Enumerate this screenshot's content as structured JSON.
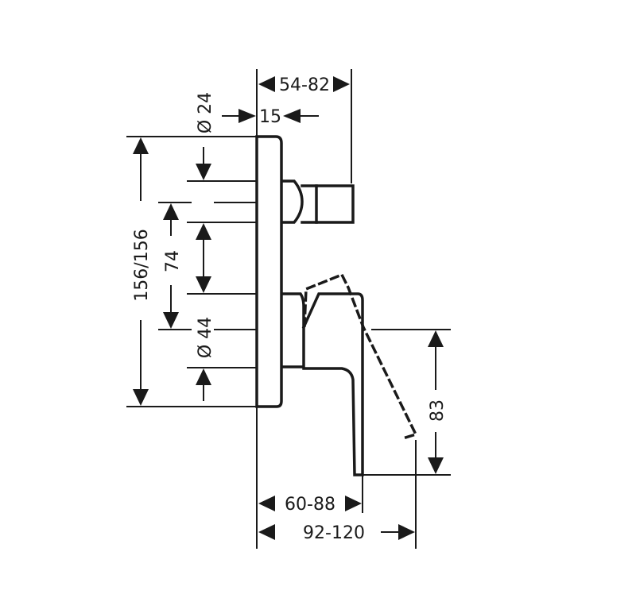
{
  "dimensions": {
    "depth_range": "54-82",
    "offset": "15",
    "diameter_top": "Ø 24",
    "height_total": "156/156",
    "spacing": "74",
    "diameter_bottom": "Ø 44",
    "lever_height": "83",
    "depth_lever": "60-88",
    "depth_lever_tilted": "92-120"
  }
}
